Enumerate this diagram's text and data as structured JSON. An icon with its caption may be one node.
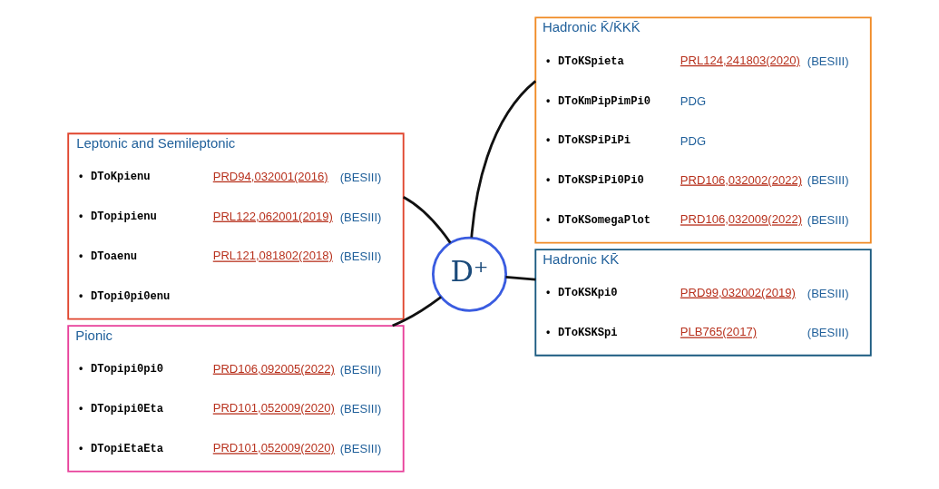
{
  "diagram": {
    "nodes": [
      {
        "text": [
          "Leptonic and Semileptonic"
        ]
      },
      {
        "text": [
          "• DToKpienu",
          "PRD94,032001(2016)",
          "(BESIII)"
        ],
        "in": 0
      },
      {
        "text": [
          "• DTopipienu",
          "PRL122,062001(2019)",
          "(BESIII)"
        ],
        "in": 0
      },
      {
        "text": [
          "• DToaenu",
          "PRL121,081802(2018)",
          "(BESIII)"
        ],
        "in": 0
      },
      {
        "text": [
          "• DTopi0pi0enu"
        ],
        "in": 0
      },
      {
        "text": [
          "Hadronic K̄/K̄KK̄"
        ]
      },
      {
        "text": [
          "• DToKSpieta",
          "PRL124,241803(2020)",
          "(BESIII)"
        ],
        "in": 5
      },
      {
        "text": [
          "• DToKmPipPimPi0",
          "PDG"
        ],
        "in": 5
      },
      {
        "text": [
          "• DToKSPiPiPi",
          "PDG"
        ],
        "in": 5
      },
      {
        "text": [
          "• DToKSPiPi0Pi0",
          "PRD106,032002(2022)",
          "(BESIII)"
        ],
        "in": 5
      },
      {
        "text": [
          "• DToKSomegaPlot",
          "PRD106,032009(2022)",
          "(BESIII)"
        ],
        "in": 5
      },
      {
        "text": [
          "D⁺"
        ]
      },
      {
        "text": [
          "Pionic"
        ]
      },
      {
        "text": [
          "• DTopipi0pi0",
          "PRD106,092005(2022)",
          "(BESIII)"
        ],
        "in": 12
      },
      {
        "text": [
          "• DTopipi0Eta",
          "PRD101,052009(2020)",
          "(BESIII)"
        ],
        "in": 12
      },
      {
        "text": [
          "• DTopiEtaEta",
          "PRD101,052009(2020)",
          "(BESIII)"
        ],
        "in": 12
      },
      {
        "text": [
          "Hadronic KK̄"
        ]
      },
      {
        "text": [
          "• DToKSKpi0",
          "PRD99,032002(2019)",
          "(BESIII)"
        ],
        "in": 16
      },
      {
        "text": [
          "• DToKSKSpi",
          "PLB765(2017)",
          "(BESIII)"
        ],
        "in": 16
      }
    ],
    "edges": [
      {
        "from": 0,
        "to": 11,
        "arrow": "none"
      },
      {
        "from": 11,
        "to": 5,
        "arrow": "none"
      },
      {
        "from": 12,
        "to": 11,
        "arrow": "none"
      },
      {
        "from": 11,
        "to": 16,
        "arrow": "none"
      }
    ]
  }
}
